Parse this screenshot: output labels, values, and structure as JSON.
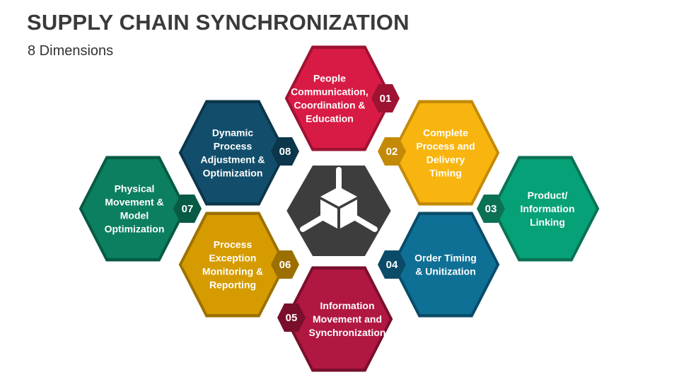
{
  "header": {
    "title": "SUPPLY CHAIN SYNCHRONIZATION",
    "subtitle": "8 Dimensions"
  },
  "center": {
    "icon": "cube-network-icon",
    "color": "#3d3d3d"
  },
  "items": [
    {
      "number": "01",
      "lines": [
        "People",
        "Communication,",
        "Coordination &",
        "Education"
      ],
      "color": "#d81b45",
      "dark": "#9e1232"
    },
    {
      "number": "02",
      "lines": [
        "Complete",
        "Process and",
        "Delivery",
        "Timing"
      ],
      "color": "#f8b50f",
      "dark": "#c48a07"
    },
    {
      "number": "03",
      "lines": [
        "Product/",
        "Information",
        "Linking"
      ],
      "color": "#07a177",
      "dark": "#0b7155"
    },
    {
      "number": "04",
      "lines": [
        "Order Timing",
        "& Unitization"
      ],
      "color": "#0f7096",
      "dark": "#0a4c68"
    },
    {
      "number": "05",
      "lines": [
        "Information",
        "Movement and",
        "Synchronization"
      ],
      "color": "#b01741",
      "dark": "#7a0f2c"
    },
    {
      "number": "06",
      "lines": [
        "Process",
        "Exception",
        "Monitoring &",
        "Reporting"
      ],
      "color": "#d59b00",
      "dark": "#9c7000"
    },
    {
      "number": "07",
      "lines": [
        "Physical",
        "Movement &",
        "Model",
        "Optimization"
      ],
      "color": "#0b7f60",
      "dark": "#075a44"
    },
    {
      "number": "08",
      "lines": [
        "Dynamic",
        "Process",
        "Adjustment &",
        "Optimization"
      ],
      "color": "#124e6b",
      "dark": "#0b364b"
    }
  ]
}
